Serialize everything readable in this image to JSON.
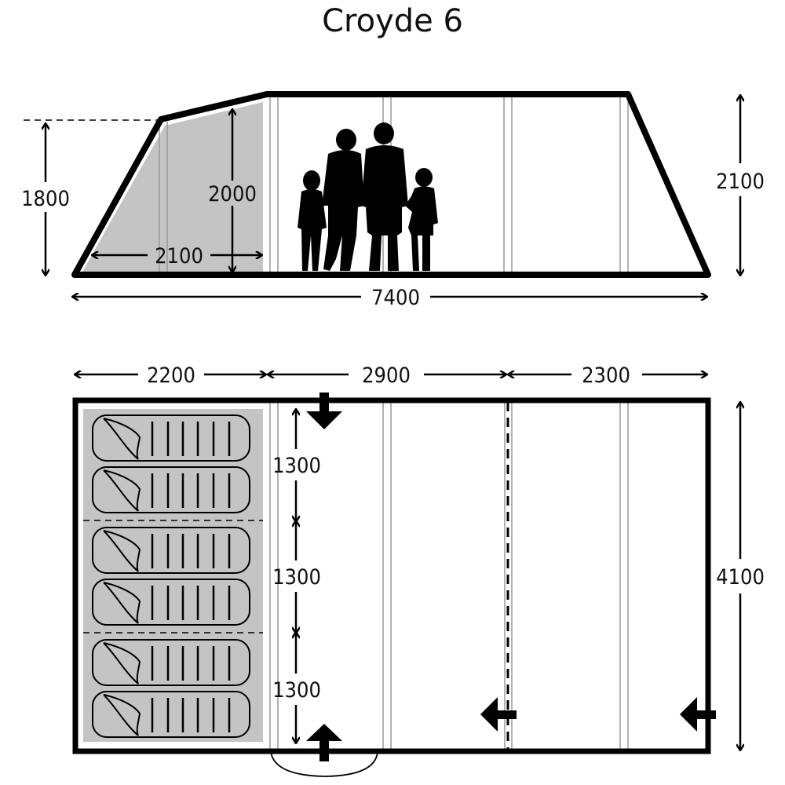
{
  "title": "Croyde 6",
  "side_view": {
    "height_bedroom_outer": "1800",
    "height_bedroom_inner": "2000",
    "bedroom_depth": "2100",
    "height_max": "2100",
    "total_length": "7400"
  },
  "floor_plan": {
    "widths": [
      "2200",
      "2900",
      "2300"
    ],
    "bedroom_heights": [
      "1300",
      "1300",
      "1300"
    ],
    "total_width": "4100",
    "sleeping_bags": 6,
    "bedrooms": 3
  },
  "colors": {
    "line": "#000000",
    "bedroom_fill": "#c4c4c4",
    "pole": "#999999"
  }
}
